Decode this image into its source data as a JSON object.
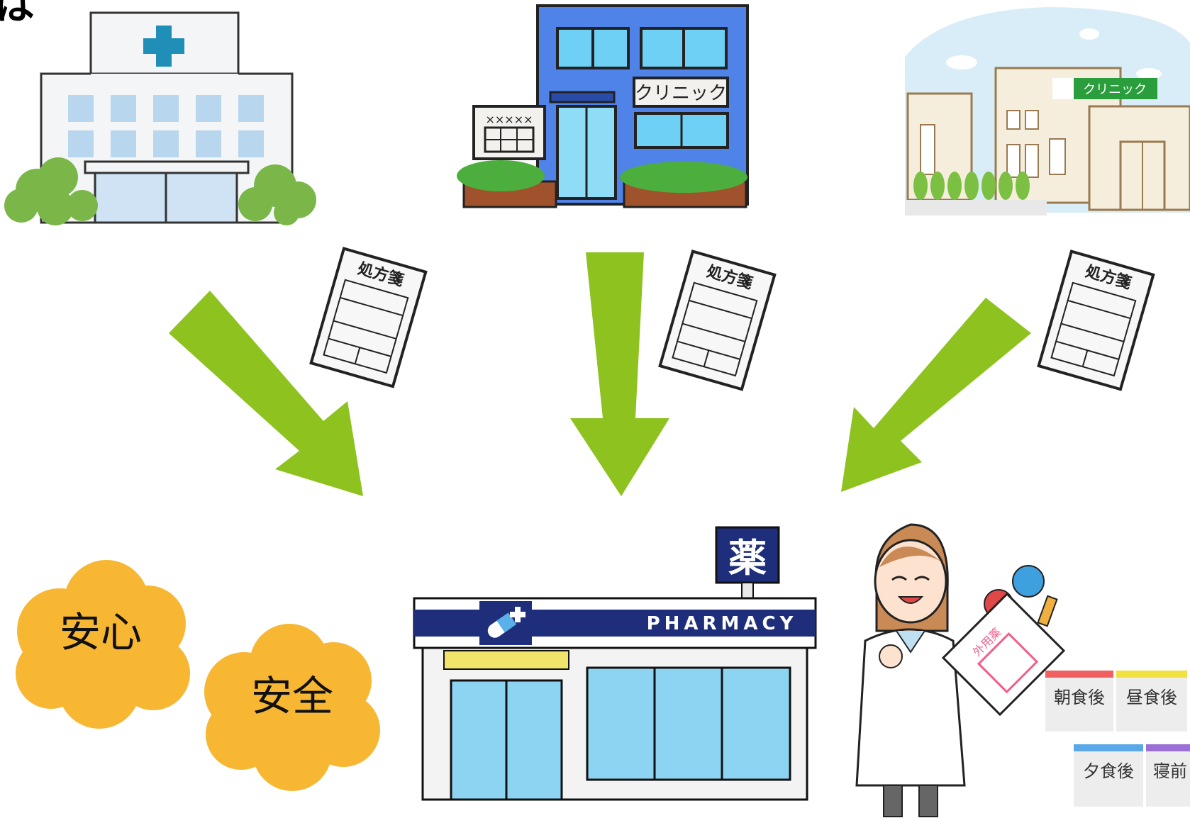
{
  "corner_fragment": "ば",
  "facilities": {
    "hospital": {
      "icon": "hospital-icon"
    },
    "clinic_blue": {
      "icon": "clinic-building-icon",
      "sign": "クリニック",
      "board": "×××××"
    },
    "clinic_beige": {
      "icon": "clinic-building-icon",
      "sign": "クリニック"
    }
  },
  "prescription": {
    "title": "処方箋",
    "icon": "prescription-document-icon"
  },
  "flow_arrow": {
    "icon": "arrow-icon",
    "color": "#8dc21f"
  },
  "pharmacy": {
    "sign": "PHARMACY",
    "kanji_sign": "薬",
    "icon": "pharmacy-store-icon",
    "brand_color": "#1f2e7a"
  },
  "pharmacist": {
    "icon": "pharmacist-person-icon",
    "bag_label": "外用薬"
  },
  "clouds": [
    {
      "label": "安心",
      "color": "#f7b733"
    },
    {
      "label": "安全",
      "color": "#f7b733"
    }
  ],
  "medicine_packets": [
    {
      "label": "朝食後",
      "stripe": "#f06060"
    },
    {
      "label": "昼食後",
      "stripe": "#f0e040"
    },
    {
      "label": "夕食後",
      "stripe": "#5aa8e8"
    },
    {
      "label": "寝前",
      "stripe": "#9b6fd6"
    }
  ]
}
